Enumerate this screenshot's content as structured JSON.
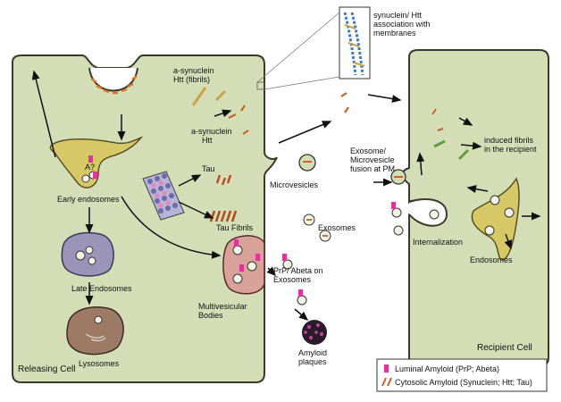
{
  "labels": {
    "membrane_inset": [
      "synuclein/ Htt",
      "association with",
      "membranes"
    ],
    "fibrils": [
      "a-synuclein",
      "Htt (fibrils)"
    ],
    "monomers": [
      "a-synuclein",
      "Htt"
    ],
    "a_question": "A?",
    "early_endosomes": "Early endosomes",
    "tau": "Tau",
    "tau_fibrils": "Tau Fibrils",
    "microvesicles": "Microvesicles",
    "exosomes": "Exosomes",
    "late_endosomes": "Late Endosomes",
    "multivesicular_bodies": [
      "Multivesicular",
      "Bodies"
    ],
    "prp_abeta": [
      "PrP/ Abeta on",
      "Exosomes"
    ],
    "lysosomes": "Lysosomes",
    "amyloid_plaques": [
      "Amyloid",
      "plaques"
    ],
    "releasing_cell": "Releasing Cell",
    "fusion": [
      "Exosome/",
      "Microvesicle",
      "fusion at PM"
    ],
    "induced_fibrils": [
      "induced fibrils",
      "in the recipient"
    ],
    "internalization": "Internalization",
    "endosomes": "Endosomes",
    "recipient_cell": "Recipient Cell"
  },
  "legend": {
    "luminal": "Luminal Amyloid (PrP; Abeta)",
    "cytosolic": "Cytosolic Amyloid (Synuclein; Htt; Tau)"
  },
  "colors": {
    "cell_fill": "#d3deb6",
    "cell_stroke": "#3a3a2a",
    "golgi": "#c9b84a",
    "late_endosome": "#9a94b8",
    "lysosome": "#9c7a66",
    "mvb": "#d8a29a",
    "luminal_amyloid": "#e0349a",
    "cytosolic_amyloid": "#c4622a",
    "induced_fibril": "#6a9a3a"
  }
}
